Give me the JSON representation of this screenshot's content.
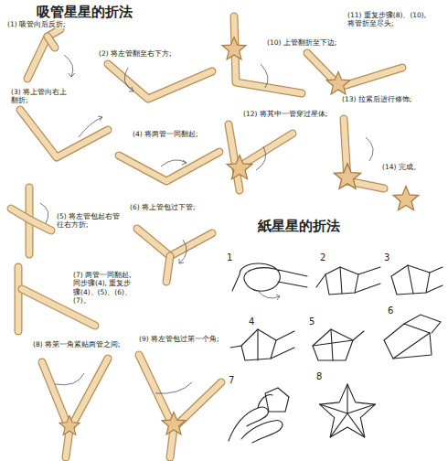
{
  "diagram": {
    "title": "吸管星星的折法",
    "labels": [
      "(1) 吸管向后反折;",
      "(2) 将左管翻至右下方;",
      "(3) 将上管向右上翻折;",
      "(4) 将两管一同翻起;",
      "(5) 将左管包起右管往右方折;",
      "(6) 将上管包过下管;",
      "(7) 两管一同翻起, 同步骤(4), 重复步骤(4)、(5)、(6)、(7)。",
      "(8) 将第一角紧贴两管之间;",
      "(9) 将左管包过第一个角;",
      "(10) 上管翻折至下边;",
      "(11) 重复步骤(8)、(10), 将管折至尽头;",
      "(12) 将其中一管穿过星体;",
      "(13) 拉紧后进行修饰;",
      "(14) 完成。",
      "紙星星的折法",
      "1",
      "2",
      "3",
      "4",
      "5",
      "6",
      "7",
      "8"
    ]
  }
}
